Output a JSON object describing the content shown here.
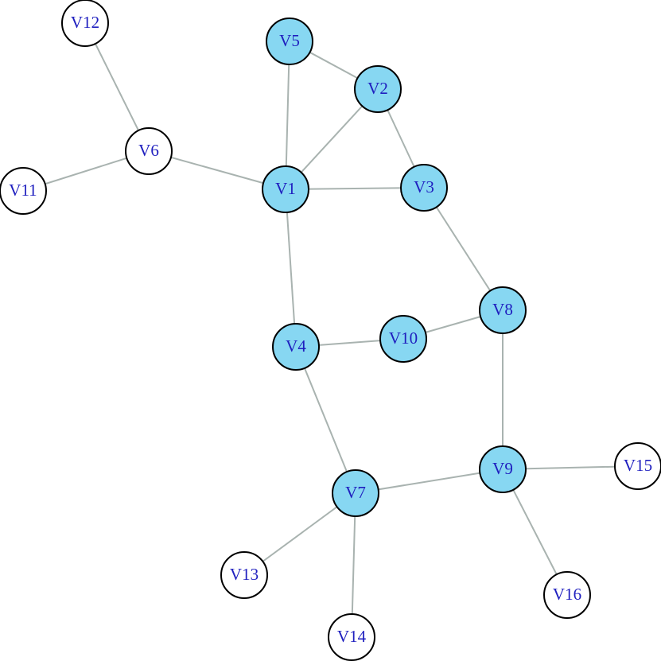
{
  "diagram": {
    "type": "network-graph",
    "colors": {
      "highlighted_fill": "#87d7f2",
      "plain_fill": "#ffffff",
      "node_stroke": "#000000",
      "edge": "#a9b3b0",
      "label": "#1f1fbf"
    },
    "nodes": [
      {
        "id": "V1",
        "label": "V1",
        "highlighted": true
      },
      {
        "id": "V2",
        "label": "V2",
        "highlighted": true
      },
      {
        "id": "V3",
        "label": "V3",
        "highlighted": true
      },
      {
        "id": "V4",
        "label": "V4",
        "highlighted": true
      },
      {
        "id": "V5",
        "label": "V5",
        "highlighted": true
      },
      {
        "id": "V6",
        "label": "V6",
        "highlighted": false
      },
      {
        "id": "V7",
        "label": "V7",
        "highlighted": true
      },
      {
        "id": "V8",
        "label": "V8",
        "highlighted": true
      },
      {
        "id": "V9",
        "label": "V9",
        "highlighted": true
      },
      {
        "id": "V10",
        "label": "V10",
        "highlighted": true
      },
      {
        "id": "V11",
        "label": "V11",
        "highlighted": false
      },
      {
        "id": "V12",
        "label": "V12",
        "highlighted": false
      },
      {
        "id": "V13",
        "label": "V13",
        "highlighted": false
      },
      {
        "id": "V14",
        "label": "V14",
        "highlighted": false
      },
      {
        "id": "V15",
        "label": "V15",
        "highlighted": false
      },
      {
        "id": "V16",
        "label": "V16",
        "highlighted": false
      }
    ],
    "edges": [
      [
        "V5",
        "V2"
      ],
      [
        "V5",
        "V1"
      ],
      [
        "V2",
        "V1"
      ],
      [
        "V2",
        "V3"
      ],
      [
        "V1",
        "V3"
      ],
      [
        "V1",
        "V6"
      ],
      [
        "V6",
        "V12"
      ],
      [
        "V6",
        "V11"
      ],
      [
        "V1",
        "V4"
      ],
      [
        "V3",
        "V8"
      ],
      [
        "V4",
        "V10"
      ],
      [
        "V10",
        "V8"
      ],
      [
        "V8",
        "V9"
      ],
      [
        "V4",
        "V7"
      ],
      [
        "V7",
        "V9"
      ],
      [
        "V9",
        "V15"
      ],
      [
        "V9",
        "V16"
      ],
      [
        "V7",
        "V13"
      ],
      [
        "V7",
        "V14"
      ]
    ]
  }
}
